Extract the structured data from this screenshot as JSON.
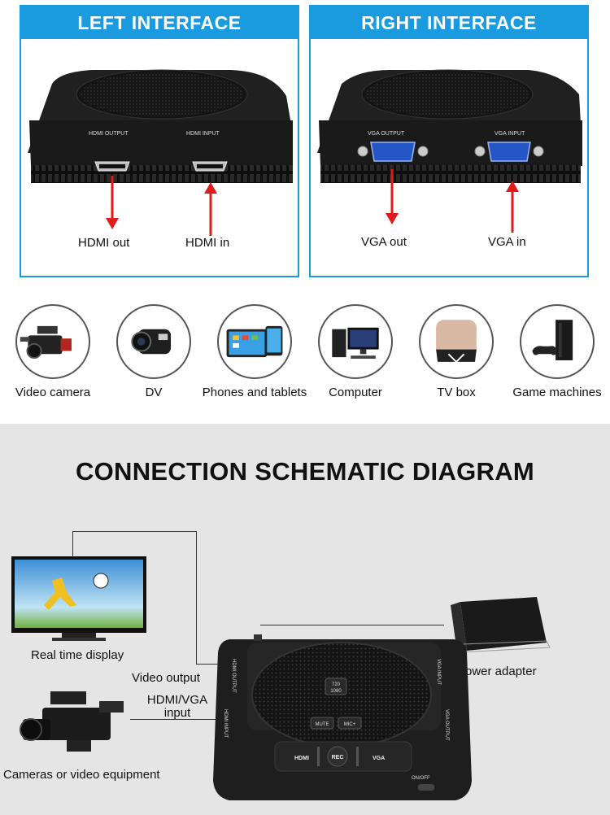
{
  "left_panel": {
    "title": "LEFT INTERFACE",
    "port_output_silk": "HDMI  OUTPUT",
    "port_input_silk": "HDMI  INPUT",
    "label_out": "HDMI out",
    "label_in": "HDMI in"
  },
  "right_panel": {
    "title": "RIGHT INTERFACE",
    "port_output_silk": "VGA OUTPUT",
    "port_input_silk": "VGA INPUT",
    "label_out": "VGA out",
    "label_in": "VGA in"
  },
  "devices": [
    {
      "label": "Video camera",
      "icon": "video-camera-icon"
    },
    {
      "label": "DV",
      "icon": "dv-camcorder-icon"
    },
    {
      "label": "Phones and tablets",
      "icon": "phones-tablets-icon"
    },
    {
      "label": "Computer",
      "icon": "computer-icon"
    },
    {
      "label": "TV box",
      "icon": "tv-box-icon"
    },
    {
      "label": "Game machines",
      "icon": "game-console-icon"
    }
  ],
  "schematic": {
    "title": "CONNECTION SCHEMATIC DIAGRAM",
    "display_label": "Real time display",
    "video_output_label": "Video output",
    "input_label_line1": "HDMI/VGA",
    "input_label_line2": "input",
    "camera_label": "Cameras or video equipment",
    "power_label": "Power adapter",
    "device_buttons": {
      "resolution_top": "720",
      "resolution_bottom": "1080",
      "mute": "MUTE",
      "mic": "MIC+",
      "hdmi": "HDMI",
      "rec": "REC",
      "vga": "VGA",
      "on_off": "ON/OFF",
      "side_vga_input": "VGA INPUT",
      "side_vga_output": "VGA OUTPUT",
      "side_hdmi_output": "HDMI OUTPUT",
      "side_hdmi_input": "HDMI INPUT"
    }
  },
  "colors": {
    "accent_blue": "#1a9be0",
    "arrow_red": "#e01b1b",
    "device_black": "#1c1c1c",
    "schematic_bg": "#e5e5e5"
  }
}
